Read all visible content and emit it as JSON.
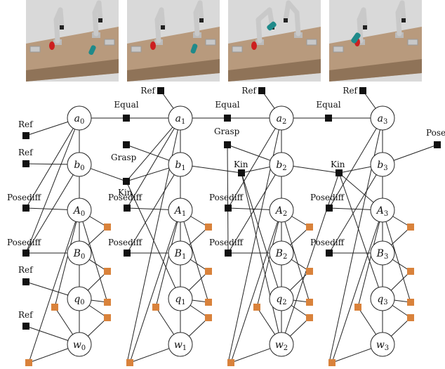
{
  "frames": [
    {
      "name": "frame-0"
    },
    {
      "name": "frame-1"
    },
    {
      "name": "frame-2"
    },
    {
      "name": "frame-3"
    }
  ],
  "node_rows": [
    {
      "letter": "a"
    },
    {
      "letter": "b"
    },
    {
      "letter": "A"
    },
    {
      "letter": "B"
    },
    {
      "letter": "q"
    },
    {
      "letter": "w"
    }
  ],
  "timesteps": [
    "0",
    "1",
    "2",
    "3"
  ],
  "factor_labels": {
    "ref": "Ref",
    "equal": "Equal",
    "grasp": "Grasp",
    "kin": "Kin",
    "posediff": "Posediff",
    "pose": "Pose"
  },
  "colors": {
    "black_factor": "#111111",
    "orange_factor": "#d9823b",
    "table": "#b89a7d",
    "floor": "#d9d9d9"
  }
}
